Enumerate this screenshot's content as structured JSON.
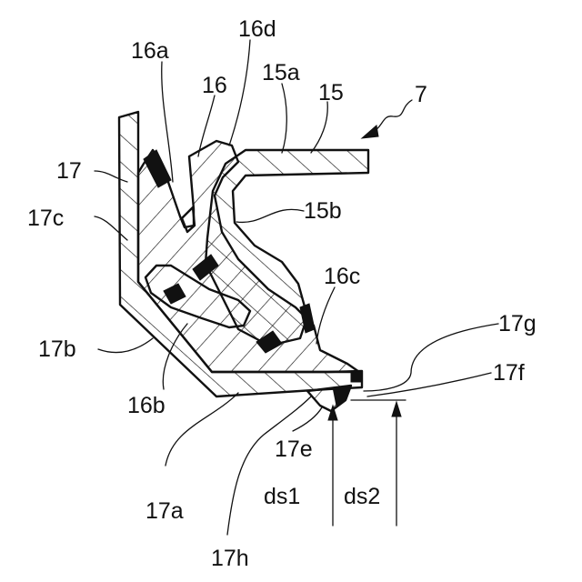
{
  "figure": {
    "reference_numerals": {
      "n7": "7",
      "n15": "15",
      "n15a": "15a",
      "n15b": "15b",
      "n16": "16",
      "n16a": "16a",
      "n16b": "16b",
      "n16c": "16c",
      "n16d": "16d",
      "n17": "17",
      "n17a": "17a",
      "n17b": "17b",
      "n17c": "17c",
      "n17e": "17e",
      "n17f": "17f",
      "n17g": "17g",
      "n17h": "17h",
      "ds1": "ds1",
      "ds2": "ds2"
    }
  }
}
